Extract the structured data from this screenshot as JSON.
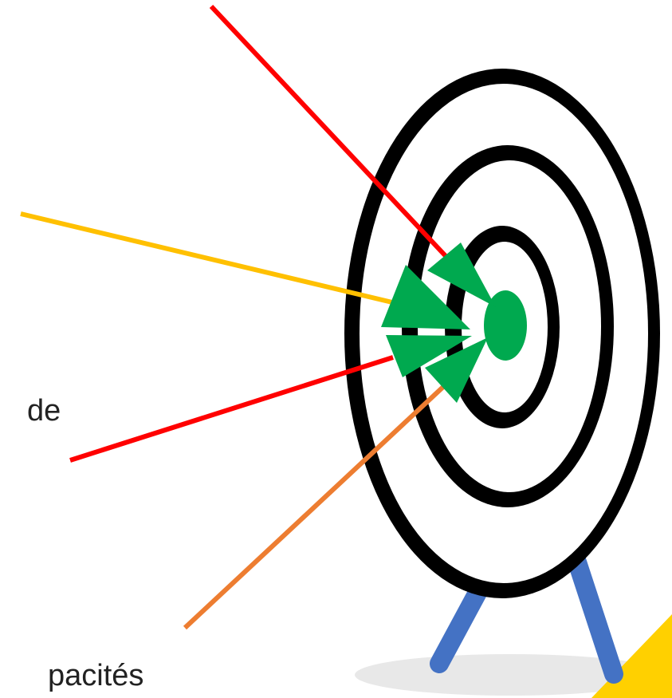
{
  "labels": {
    "fragment_1": "de",
    "fragment_2": "pacités"
  },
  "colors": {
    "background": "#ffffff",
    "ring": "#000000",
    "ring_gap": "#ffffff",
    "bullseye": "#00a94f",
    "arrowhead": "#00a94f",
    "stand": "#4472c4",
    "shadow": "#e8e8e8",
    "corner": "#ffd000",
    "arrow_red": "#ff0000",
    "arrow_yellow": "#ffc000",
    "arrow_orange": "#ed7d31"
  },
  "arrows": [
    {
      "name": "arrow-top-red",
      "color": "red"
    },
    {
      "name": "arrow-upper-yellow",
      "color": "yellow"
    },
    {
      "name": "arrow-lower-red",
      "color": "red"
    },
    {
      "name": "arrow-bottom-orange",
      "color": "orange"
    }
  ]
}
